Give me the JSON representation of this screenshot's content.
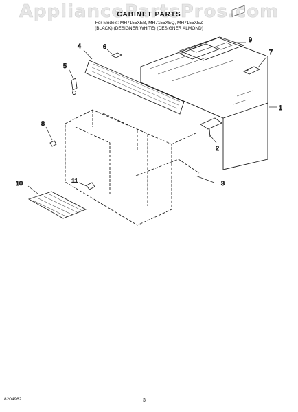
{
  "watermark": "AppliancePartsPros.com",
  "title": "CABINET PARTS",
  "models": {
    "line1": "For Models: MH7155XEB, MH7155XEQ, MH7155XEZ",
    "line2": "(BLACK)   (DESIGNER WHITE)   (DESIGNER ALMOND)"
  },
  "callouts": [
    "1",
    "2",
    "3",
    "4",
    "5",
    "6",
    "7",
    "8",
    "9",
    "10",
    "11"
  ],
  "footer": {
    "code": "8204962",
    "page_number": "3"
  }
}
